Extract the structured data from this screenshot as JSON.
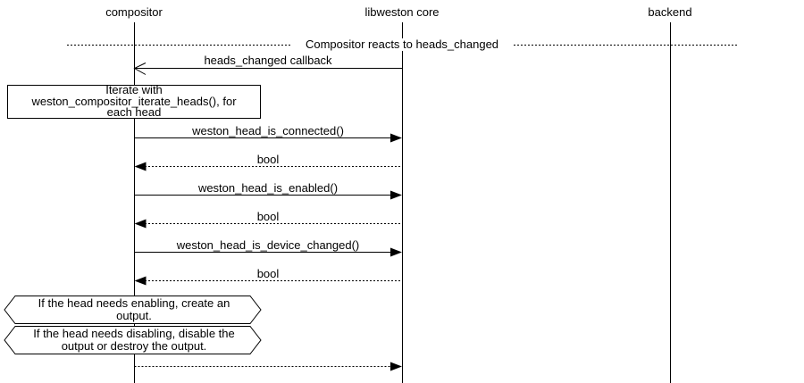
{
  "diagram": {
    "title": "Compositor reacts to heads_changed sequence",
    "colors": {
      "line": "#000000",
      "background": "#ffffff"
    },
    "participants": [
      {
        "label": "compositor"
      },
      {
        "label": "libweston core"
      },
      {
        "label": "backend"
      }
    ],
    "divider": {
      "label": "Compositor reacts to heads_changed"
    },
    "messages": [
      {
        "label": "heads_changed callback",
        "from": "libweston core",
        "to": "compositor",
        "type": "callback",
        "line": "solid",
        "arrowhead": "open"
      },
      {
        "label": "weston_head_is_connected()",
        "from": "compositor",
        "to": "libweston core",
        "type": "call",
        "line": "solid",
        "arrowhead": "filled"
      },
      {
        "label": "bool",
        "from": "libweston core",
        "to": "compositor",
        "type": "return",
        "line": "dotted",
        "arrowhead": "filled"
      },
      {
        "label": "weston_head_is_enabled()",
        "from": "compositor",
        "to": "libweston core",
        "type": "call",
        "line": "solid",
        "arrowhead": "filled"
      },
      {
        "label": "bool",
        "from": "libweston core",
        "to": "compositor",
        "type": "return",
        "line": "dotted",
        "arrowhead": "filled"
      },
      {
        "label": "weston_head_is_device_changed()",
        "from": "compositor",
        "to": "libweston core",
        "type": "call",
        "line": "solid",
        "arrowhead": "filled"
      },
      {
        "label": "bool",
        "from": "libweston core",
        "to": "compositor",
        "type": "return",
        "line": "dotted",
        "arrowhead": "filled"
      },
      {
        "label": "",
        "from": "compositor",
        "to": "libweston core",
        "type": "return",
        "line": "dotted",
        "arrowhead": "filled"
      }
    ],
    "notes": {
      "iterate": {
        "text": "Iterate with\nweston_compositor_iterate_heads(), for\neach head"
      },
      "enabling": {
        "text": "If the head needs enabling, create an\noutput."
      },
      "disabling": {
        "text": "If the head needs disabling, disable the\noutput or destroy the output."
      }
    }
  }
}
